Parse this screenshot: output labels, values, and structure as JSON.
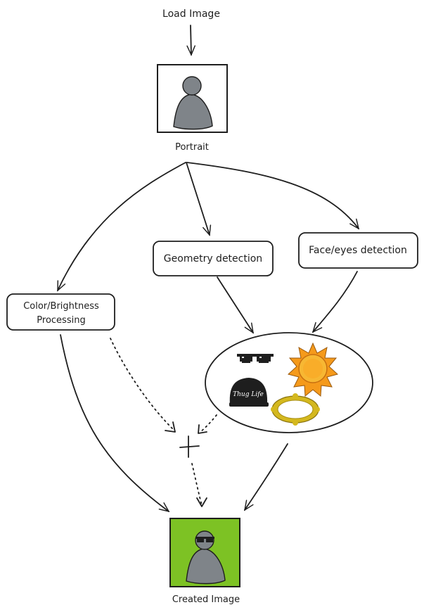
{
  "labels": {
    "load_image": "Load Image",
    "portrait": "Portrait",
    "geometry_detection": "Geometry detection",
    "face_eyes_detection": "Face/eyes detection",
    "color_line1": "Color/Brightness",
    "color_line2": "Processing",
    "created_image": "Created Image",
    "cap_text": "Thug Life"
  },
  "colors": {
    "stroke": "#1e1e1e",
    "person_gray": "#7f8489",
    "created_bg": "#7dc224",
    "sun_orange": "#f59a1b",
    "sun_core": "#f7b733",
    "frame_gold": "#d4b81e",
    "cap_black": "#1e1e1e"
  },
  "icons": [
    "person-icon",
    "sunglasses-icon",
    "sun-icon",
    "cap-icon",
    "gold-frame-icon"
  ]
}
